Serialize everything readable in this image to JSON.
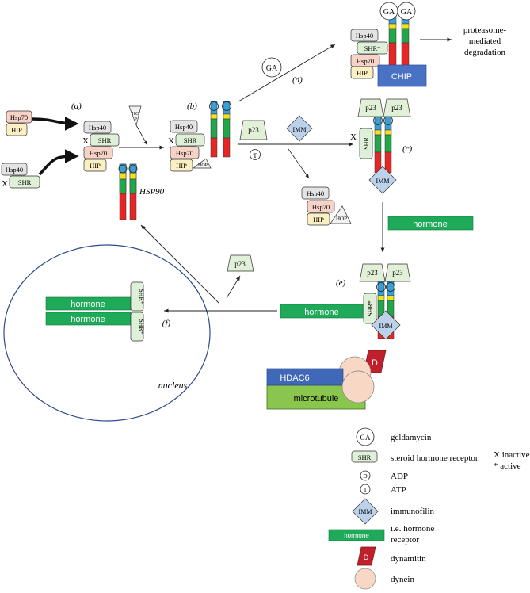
{
  "labels": {
    "a": "(a)",
    "b": "(b)",
    "c": "(c)",
    "d": "(d)",
    "e": "(e)",
    "f": "(f)",
    "hsp90": "HSP90",
    "nucleus": "nucleus",
    "degradation_line1": "proteasome-",
    "degradation_line2": "mediated",
    "degradation_line3": "degradation"
  },
  "proteins": {
    "hsp70": "Hsp70",
    "hip": "HIP",
    "hsp40": "Hsp40",
    "shr": "SHR",
    "shr_active": "SHR*",
    "hop": "HOP",
    "hop_split_1": "HO",
    "hop_split_2": "P",
    "p23": "p23",
    "imm": "IMM",
    "ga": "GA",
    "chip": "CHIP",
    "hormone": "hormone",
    "hdac6": "HDAC6",
    "microtubule": "microtubule",
    "d": "D",
    "t": "T",
    "x": "X"
  },
  "legend": {
    "ga": "geldamycin",
    "shr": "steroid hormone receptor",
    "x_inactive": "X inactive",
    "active": "* active",
    "adp": "ADP",
    "atp": "ATP",
    "immunofilin": "immunofilin",
    "hormone_receptor_1": "i.e. hormone",
    "hormone_receptor_2": "receptor",
    "dynamitin": "dynamitin",
    "dynein": "dynein"
  },
  "colors": {
    "hsp70_fill": "#f6d3c6",
    "hip_fill": "#fbefc4",
    "hsp40_fill": "#e4e4e4",
    "shr_fill": "#dff0d8",
    "p23_fill": "#e1f0d6",
    "imm_fill": "#bcd2ea",
    "hop_fill": "#f2f2f2",
    "chip_fill": "#4a72c4",
    "hdac6_fill": "#3f69b8",
    "microtubule_fill": "#8ac64e",
    "hormone_fill": "#1faa5a",
    "dynamitin_fill": "#c0202c",
    "dynein_fill": "#f8d8c4",
    "hsp90_red": "#e52624",
    "hsp90_green": "#21a64a",
    "hsp90_yellow": "#f4e21f",
    "hsp90_blue": "#3a9fd6",
    "nucleus_stroke": "#2c4a8c"
  }
}
